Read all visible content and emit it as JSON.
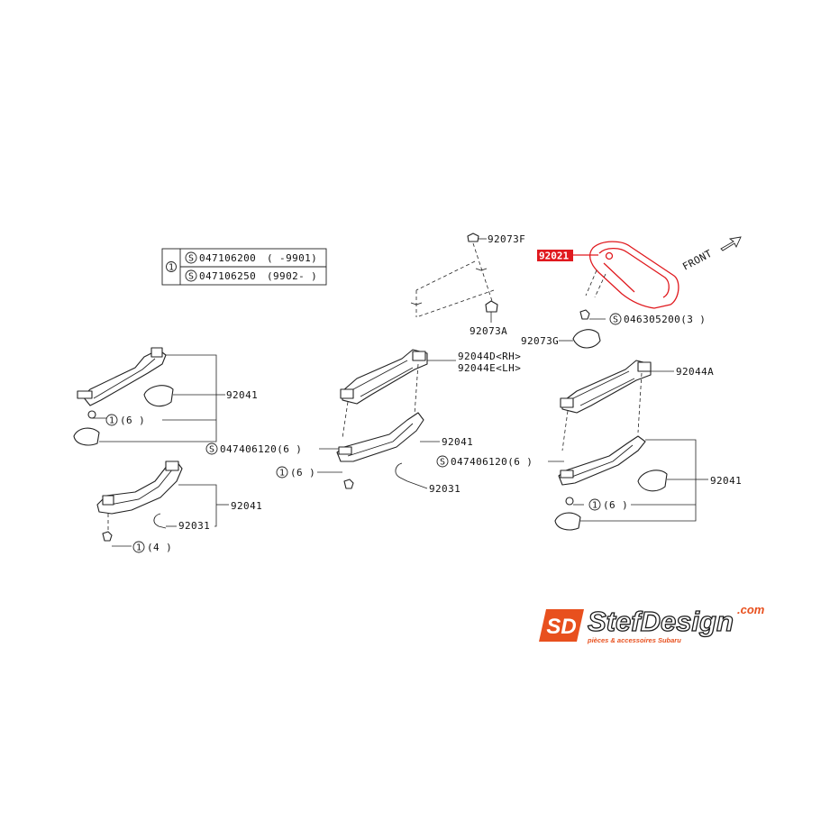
{
  "legend": {
    "key": "1",
    "rows": [
      {
        "code": "S",
        "part": "047106200",
        "range": "( -9901)"
      },
      {
        "code": "S",
        "part": "047106250",
        "range": "(9902- )"
      }
    ]
  },
  "callouts": {
    "p92073F": "92073F",
    "p92021": "92021",
    "front": "FRONT",
    "p046305200": "046305200(3 )",
    "s_code": "S",
    "p92073A": "92073A",
    "p92073G": "92073G",
    "p92044D": "92044D<RH>",
    "p92044E": "92044E<LH>",
    "p92044A": "92044A",
    "p92041_left_top": "92041",
    "p92041_center": "92041",
    "p92041_right": "92041",
    "p92041_left_bottom": "92041",
    "p92031_center": "92031",
    "p92031_left": "92031",
    "p047406120_center": "047406120(6 )",
    "p047406120_right": "047406120(6 )",
    "ref_left_top": "(6 )",
    "ref_center": "(6 )",
    "ref_right": "(6 )",
    "ref_left_bottom": "(4 )",
    "one": "1"
  },
  "brand": {
    "mark": "SD",
    "name": "StefDesign",
    "domain": ".com",
    "tagline": "pièces & accessoires Subaru",
    "accent": "#e8501e",
    "highlight": "#e0191e"
  }
}
